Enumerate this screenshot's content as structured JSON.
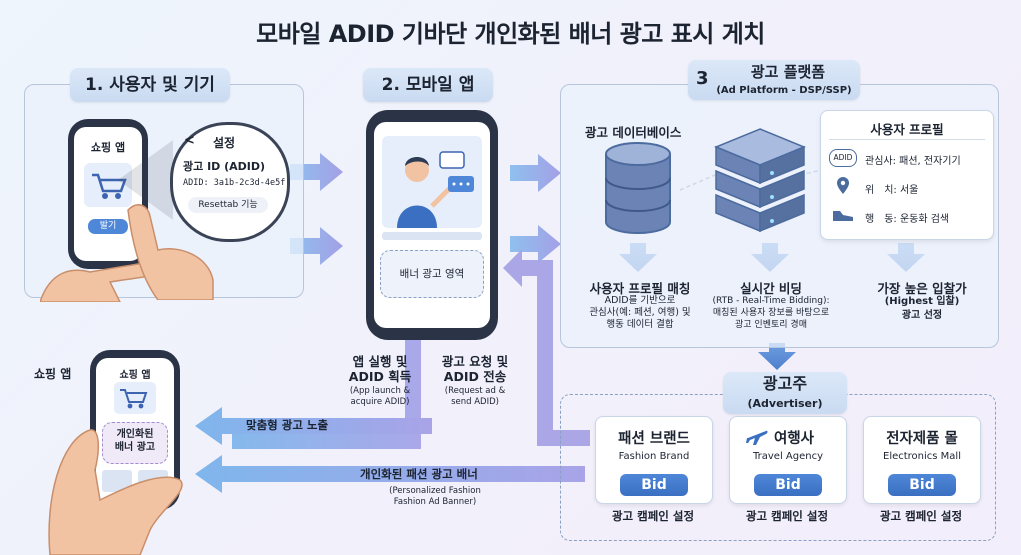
{
  "title": "모바일 ADID 기바단 개인화된 배너 광고 표시 게치",
  "section1": {
    "heading": "1. 사용자 및 기기",
    "phone_title": "쇼핑 앱",
    "phone_button": "발기",
    "settings_back": "<",
    "settings_title": "설정",
    "ad_id_label": "광고 ID (ADID)",
    "adid_value": "ADID: 3a1b-2c3d-4e5f",
    "reset_button": "Resettab 기능"
  },
  "section2": {
    "heading": "2. 모바일 앱",
    "banner_area": "배너 광고 영역",
    "app_launch": "앱 실행 및\nADID 획득",
    "app_launch_en": "(App launch &\nacquire ADID)",
    "ad_request": "광고 요청 및\nADID 전송",
    "ad_request_en": "(Request ad &\nsend ADID)"
  },
  "section3": {
    "heading_num": "3",
    "heading": "광고 플랫폼",
    "heading_en": "(Ad Platform - DSP/SSP)",
    "database_label": "광고 데이터베이스",
    "profile_title": "사용자 프로필",
    "adid_chip": "ADID",
    "interest": "관심사: 패션, 전자기기",
    "location": "위　치: 서울",
    "behavior": "행　동: 운동화 검색",
    "step1_title": "사용자 프로필 매칭",
    "step1_desc": "ADID를 기반으로\n관심사(예: 페션, 여행) 및\n행동 데이터 결합",
    "step2_title": "실시간 비딩",
    "step2_desc": "(RTB - Real-Time Bidding):\n매칭된 사용자 장보를 바탕으로\n광고 인벤토리 경매",
    "step3_title": "가장 높은 입찰가",
    "step3_desc": "(Highest 입찰)\n광고 선정"
  },
  "advertiser": {
    "heading": "광고주",
    "heading_en": "(Advertiser)",
    "cards": [
      {
        "name": "패션 브랜드",
        "en": "Fashion Brand",
        "bid": "Bid",
        "caption": "광고 캠페인 설정"
      },
      {
        "name": "여행사",
        "en": "Travel Agency",
        "bid": "Bid",
        "caption": "광고 캠페인 설정"
      },
      {
        "name": "전자제품 몰",
        "en": "Electronics Mall",
        "bid": "Bid",
        "caption": "광고 캠페인 설정"
      }
    ]
  },
  "result": {
    "app_label": "쇼핑 앱",
    "screen_title": "쇼핑 앱",
    "banner": "개인화된\n배너 광고",
    "arrow1": "맞춤형 광고 노출",
    "arrow2": "개인화된 패션 광고 배너",
    "arrow2_en": "(Personalized Fashion\nFashion Ad Banner)"
  },
  "colors": {
    "arrow_blue": "#6fa7e0",
    "arrow_purple": "#a7a4e6",
    "bid_blue": "#3f77cc",
    "server_blue": "#4c6b9e"
  },
  "icons": [
    "cart-icon",
    "hand-icon",
    "magnifier-icon",
    "person-icon",
    "chat-icon",
    "database-icon",
    "server-icon",
    "pin-icon",
    "shoe-icon",
    "plane-icon"
  ]
}
